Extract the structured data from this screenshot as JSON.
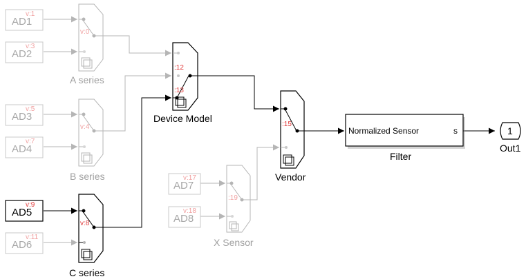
{
  "constants": [
    {
      "id": "ad1",
      "label": "AD1",
      "tag": "v:1",
      "active": false
    },
    {
      "id": "ad2",
      "label": "AD2",
      "tag": "v:3",
      "active": false
    },
    {
      "id": "ad3",
      "label": "AD3",
      "tag": "v:5",
      "active": false
    },
    {
      "id": "ad4",
      "label": "AD4",
      "tag": "v:7",
      "active": false
    },
    {
      "id": "ad5",
      "label": "AD5",
      "tag": "v:9",
      "active": true
    },
    {
      "id": "ad6",
      "label": "AD6",
      "tag": "v:11",
      "active": false
    },
    {
      "id": "ad7",
      "label": "AD7",
      "tag": "v:17",
      "active": false
    },
    {
      "id": "ad8",
      "label": "AD8",
      "tag": "v:18",
      "active": false
    }
  ],
  "switches": [
    {
      "id": "a-series",
      "label": "A series",
      "tag": "v:0",
      "active": false
    },
    {
      "id": "b-series",
      "label": "B series",
      "tag": "v:4",
      "active": false
    },
    {
      "id": "c-series",
      "label": "C series",
      "tag": "v:8",
      "active": true
    },
    {
      "id": "device-model",
      "label": "Device Model",
      "tags": [
        "12",
        "13"
      ],
      "active": true
    },
    {
      "id": "x-sensor",
      "label": "X Sensor",
      "tag": "19",
      "active": false
    },
    {
      "id": "vendor",
      "label": "Vendor",
      "tag": "15",
      "active": true
    }
  ],
  "filter": {
    "label": "Filter",
    "text": "Normalized Sensor",
    "port": "s"
  },
  "outport": {
    "number": "1",
    "label": "Out1"
  }
}
